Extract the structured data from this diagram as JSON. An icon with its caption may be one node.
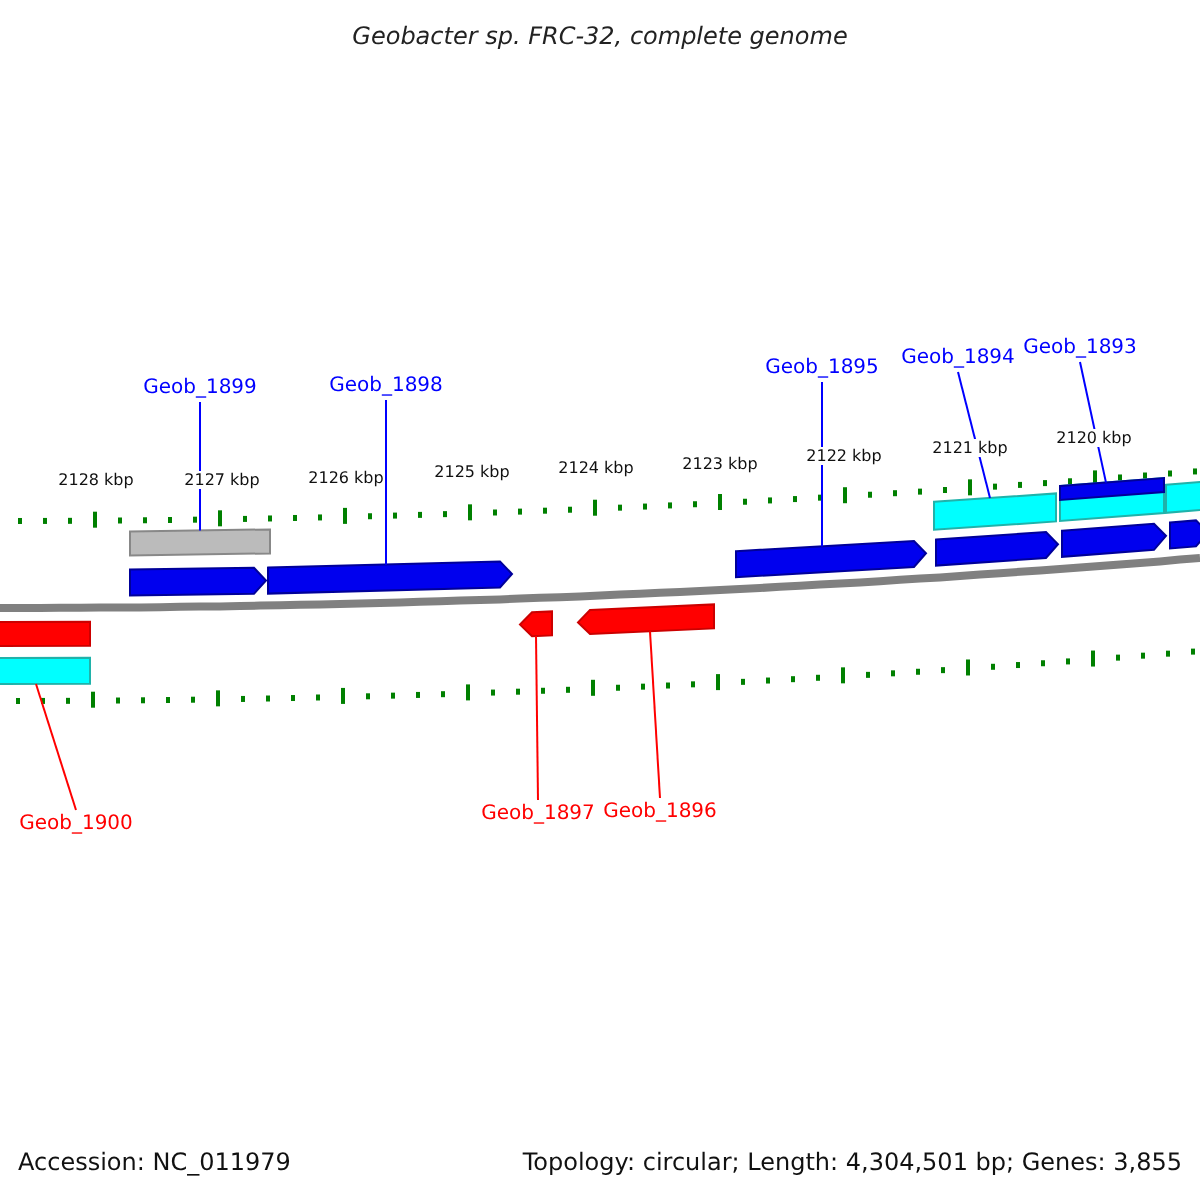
{
  "diagram": {
    "title": "Geobacter sp. FRC-32, complete genome",
    "nodes": [
      {
        "text": [
          "Geob_1899"
        ]
      },
      {
        "text": [
          "Geob_1898"
        ]
      },
      {
        "text": [
          "Geob_1895"
        ]
      },
      {
        "text": [
          "Geob_1894"
        ]
      },
      {
        "text": [
          "Geob_1893"
        ]
      },
      {
        "text": [],
        "shape": "bar"
      },
      {
        "text": [],
        "shape": "bar"
      },
      {
        "text": [],
        "shape": "bar"
      },
      {
        "text": [],
        "shape": "bar"
      },
      {
        "text": [],
        "shape": "arrow"
      },
      {
        "text": [],
        "shape": "arrow"
      },
      {
        "text": [],
        "shape": "arrow"
      },
      {
        "text": [],
        "shape": "arrow"
      },
      {
        "text": [],
        "shape": "arrow"
      },
      {
        "text": [],
        "shape": "arrow"
      },
      {
        "text": [],
        "shape": "bar"
      },
      {
        "text": [],
        "shape": "arrow"
      },
      {
        "text": [],
        "shape": "arrow"
      },
      {
        "text": [],
        "shape": "bar"
      },
      {
        "text": [
          "Geob_1900"
        ]
      },
      {
        "text": [
          "Geob_1897"
        ]
      },
      {
        "text": [
          "Geob_1896"
        ]
      }
    ],
    "edges": [
      {
        "from": 0,
        "to": 8,
        "arrow": "none"
      },
      {
        "from": 1,
        "to": 10,
        "arrow": "none"
      },
      {
        "from": 2,
        "to": 11,
        "arrow": "none"
      },
      {
        "from": 3,
        "to": 6,
        "arrow": "none"
      },
      {
        "from": 4,
        "to": 5,
        "arrow": "none"
      },
      {
        "from": 19,
        "to": 18,
        "arrow": "none",
        "color": "#ff0000"
      },
      {
        "from": 20,
        "to": 16,
        "arrow": "none",
        "color": "#ff0000"
      },
      {
        "from": 21,
        "to": 17,
        "arrow": "none",
        "color": "#ff0000"
      }
    ],
    "labels": [
      "2128 kbp",
      "2127 kbp",
      "2126 kbp",
      "2125 kbp",
      "2124 kbp",
      "2123 kbp",
      "2122 kbp",
      "2121 kbp",
      "2120 kbp",
      "Accession: NC_011979",
      "Topology: circular; Length: 4,304,501 bp; Genes: 3,855"
    ]
  }
}
